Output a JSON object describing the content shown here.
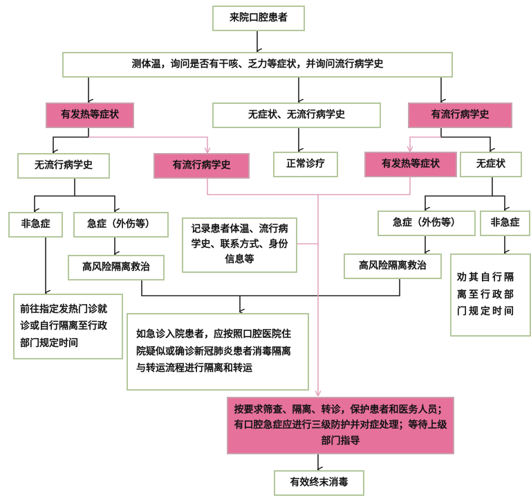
{
  "colors": {
    "pink": "#e6719a",
    "border": "#b3c79c",
    "pink_line": "#e3a3bd"
  },
  "nodes": {
    "start": "来院口腔患者",
    "screen": "测体温，询问是否有干咳、乏力等症状，并询问流行病学史",
    "fever_a": "有发热等症状",
    "no_sym_no_hist": "无症状、无流行病学史",
    "epi_a": "有流行病学史",
    "no_epi": "无流行病学史",
    "epi_b": "有流行病学史",
    "normal": "正常诊疗",
    "fever_b": "有发热等症状",
    "no_sym": "无症状",
    "non_urgent_l": "非急症",
    "urgent_l": "急症（外伤等）",
    "record": "记录患者体温、流行病学史、联系方式、身份信息等",
    "urgent_r": "急症（外伤等）",
    "non_urgent_r": "非急症",
    "high_risk_l": "高风险隔离救治",
    "high_risk_r": "高风险隔离救治",
    "advise": "劝其自行隔离至行政部门规定时间",
    "go_fever": "前往指定发热门诊就诊或自行隔离至行政部门规定时间",
    "admit": "如急诊入院患者，应按照口腔医院住院疑似或确诊新冠肺炎患者消毒隔离与转运流程进行隔离和转运",
    "protect": "按要求筛查、隔离、转诊，保护患者和医务人员；有口腔急症应进行三级防护并对症处理；等待上级部门指导",
    "disinfect": "有效终末消毒"
  }
}
